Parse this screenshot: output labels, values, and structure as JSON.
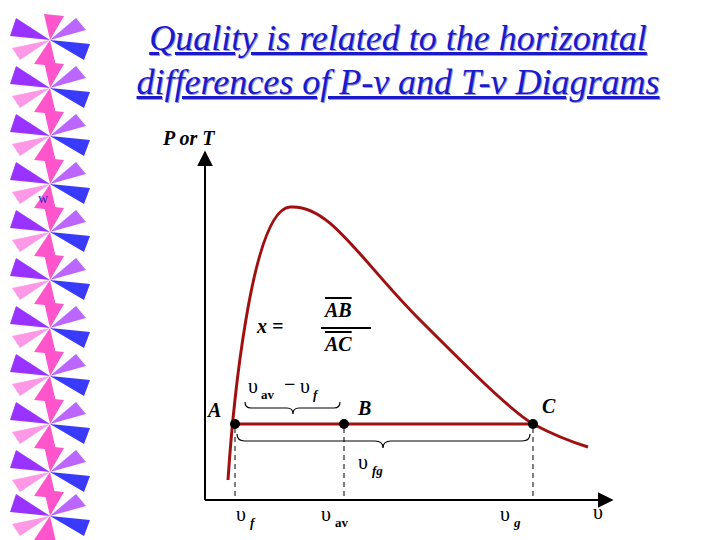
{
  "diagram": {
    "title": "Quality is related to the horizontal differences of P-v and T-v Diagrams",
    "labels": [
      "P or T",
      "x =",
      "AB",
      "AC",
      "υ",
      "av",
      "−",
      "υ",
      "f",
      "A",
      "B",
      "C",
      "υ",
      "fg",
      "υ",
      "f",
      "υ",
      "av",
      "υ",
      "g",
      "υ",
      "w"
    ]
  }
}
